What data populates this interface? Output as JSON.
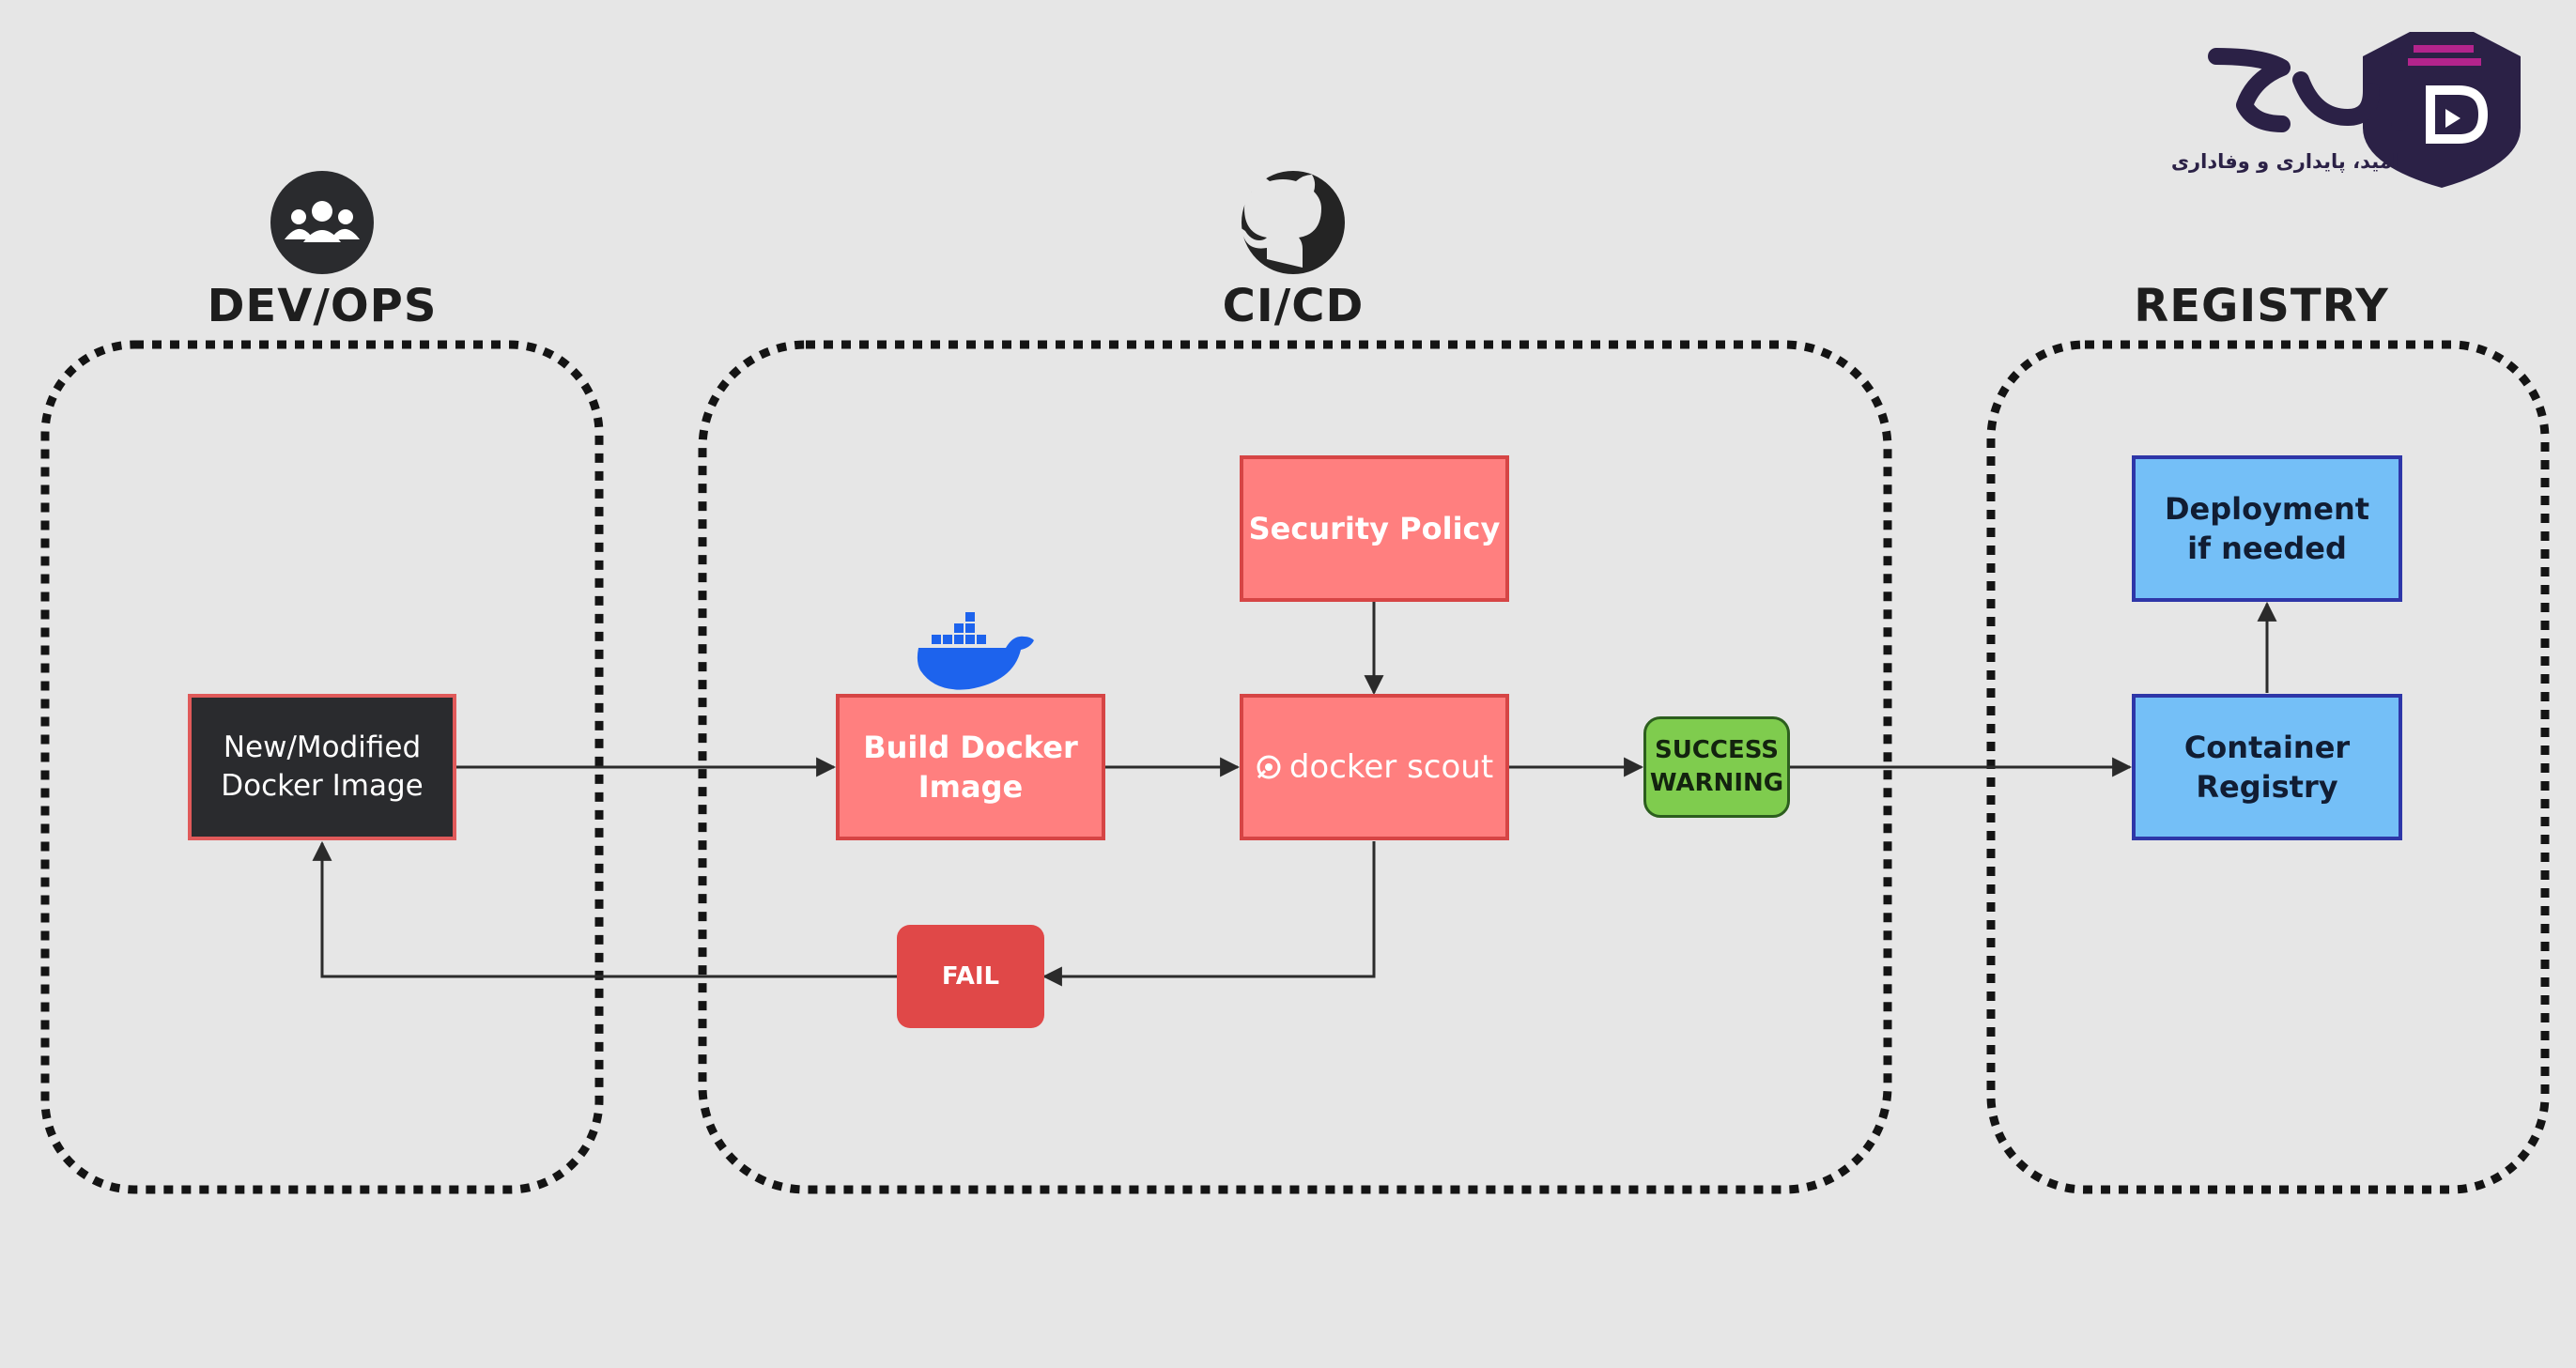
{
  "zones": {
    "devops": {
      "title": "DEV/OPS",
      "icon": "users-icon"
    },
    "cicd": {
      "title": "CI/CD",
      "icon": "github-icon"
    },
    "registry": {
      "title": "REGISTRY"
    }
  },
  "nodes": {
    "new_image": "New/Modified\nDocker Image",
    "build_image": "Build Docker\nImage",
    "security_policy": "Security Policy",
    "docker_scout": "docker scout",
    "status": "SUCCESS\nWARNING",
    "fail": "FAIL",
    "container_registry": "Container\nRegistry",
    "deployment": "Deployment\nif needed"
  },
  "brand": {
    "tagline": "امید، پایداری و وفاداری"
  },
  "colors": {
    "background": "#e6e6e6",
    "red_box": "#ff7f7f",
    "red_border": "#d64545",
    "blue_box": "#74bff7",
    "blue_border": "#2e36a8",
    "dark_box": "#2a2b2e",
    "green_box": "#7fcc4e",
    "fail_box": "#e04848",
    "docker_blue": "#1d63ed",
    "brand_navy": "#2b2146",
    "brand_magenta": "#b3248c"
  }
}
